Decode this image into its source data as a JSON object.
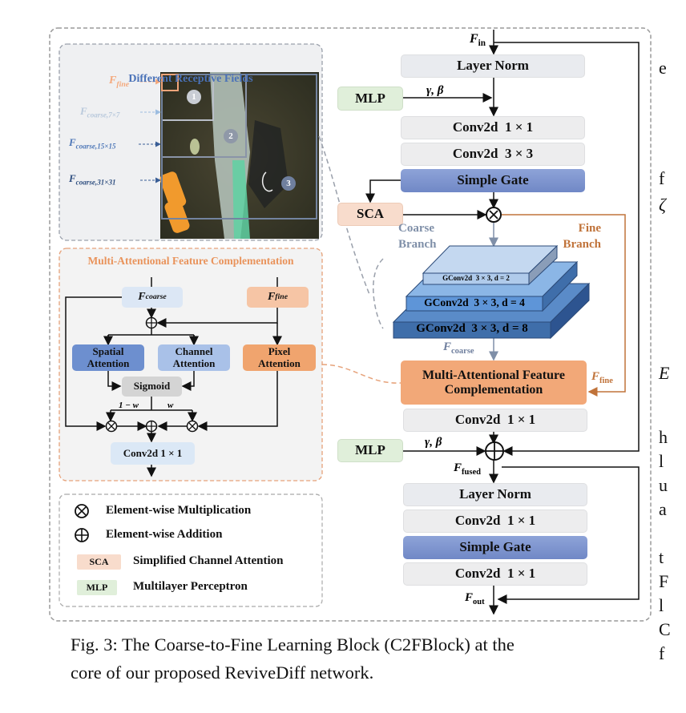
{
  "figure": {
    "receptive_fields": {
      "title": "Different Receptive Fields",
      "labels": [
        {
          "f": "F",
          "sub": "fine"
        },
        {
          "f": "F",
          "sub": "coarse,7×7"
        },
        {
          "f": "F",
          "sub": "coarse,15×15"
        },
        {
          "f": "F",
          "sub": "coarse,31×31"
        }
      ],
      "markers": [
        "1",
        "2",
        "3"
      ]
    },
    "mafc_panel": {
      "title": "Multi-Attentional Feature Complementation",
      "f_coarse": {
        "f": "F",
        "sub": "coarse"
      },
      "f_fine": {
        "f": "F",
        "sub": "fine"
      },
      "spatial": "Spatial Attention",
      "channel": "Channel Attention",
      "pixel": "Pixel Attention",
      "sigmoid": "Sigmoid",
      "one_minus_w": "1 − w",
      "w": "w",
      "conv": "Conv2d 1 × 1"
    },
    "legend": {
      "items": [
        {
          "symbol": "multiply-icon",
          "label": "Element-wise Multiplication"
        },
        {
          "symbol": "add-icon",
          "label": "Element-wise Addition"
        },
        {
          "symbol": "SCA",
          "label": "Simplified Channel Attention"
        },
        {
          "symbol": "MLP",
          "label": "Multilayer Perceptron"
        }
      ]
    },
    "main": {
      "f_in": {
        "f": "F",
        "sub": "in"
      },
      "layer_norm_1": "Layer Norm",
      "mlp_1": "MLP",
      "gamma_beta_1": "γ, β",
      "conv1x1_a": "Conv2d  1 × 1",
      "conv3x3": "Conv2d  3 × 3",
      "simple_gate_1": "Simple Gate",
      "sca": "SCA",
      "coarse_branch": "Coarse Branch",
      "fine_branch": "Fine Branch",
      "gconv_d2": "GConv2d  3 × 3, d = 2",
      "gconv_d4": "GConv2d  3 × 3, d = 4",
      "gconv_d8": "GConv2d  3 × 3, d = 8",
      "f_coarse": {
        "f": "F",
        "sub": "coarse"
      },
      "f_fine": {
        "f": "F",
        "sub": "fine"
      },
      "mafc": "Multi-Attentional Feature Complementation",
      "conv1x1_b": "Conv2d  1 × 1",
      "mlp_2": "MLP",
      "gamma_beta_2": "γ, β",
      "f_fused": {
        "f": "F",
        "sub": "fused"
      },
      "layer_norm_2": "Layer Norm",
      "conv1x1_c": "Conv2d  1 × 1",
      "simple_gate_2": "Simple Gate",
      "conv1x1_d": "Conv2d  1 × 1",
      "f_out": {
        "f": "F",
        "sub": "out"
      }
    },
    "caption_line1": "Fig. 3: The Coarse-to-Fine Learning Block (C2FBlock) at the",
    "caption_line2": "core of our proposed ReviveDiff network."
  },
  "right_margin_fragments": [
    "e",
    "f",
    "ζ",
    "E",
    "h",
    "l",
    "u",
    "a",
    "t",
    "F",
    "l",
    "C",
    "f"
  ],
  "colors": {
    "blue_title": "#4a72b8",
    "orange": "#c0733a",
    "fine_orange": "#f4a97d",
    "coarse_gray_blue": "#7f8fa8",
    "sca": "#f8dccc",
    "mlp": "#e0efda",
    "gate": "#7f96d0"
  }
}
